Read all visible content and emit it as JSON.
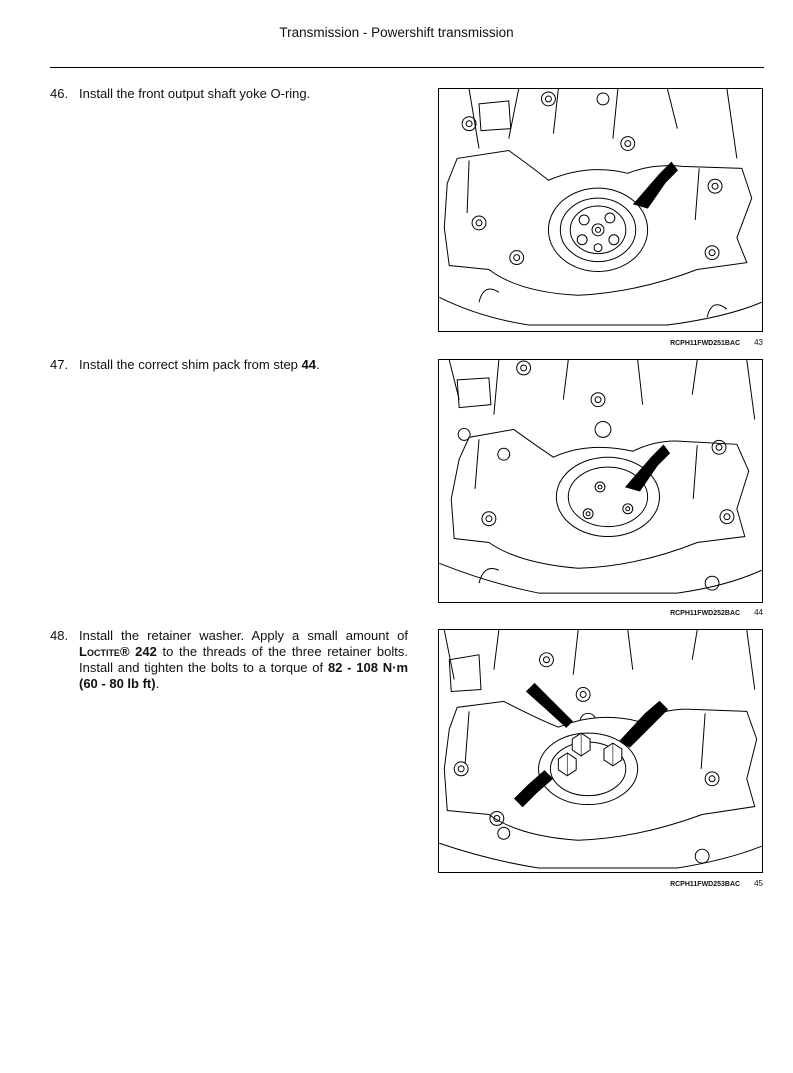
{
  "header": {
    "title": "Transmission - Powershift transmission"
  },
  "steps": [
    {
      "number": "46.",
      "text": "Install the front output shaft yoke O-ring."
    },
    {
      "number": "47.",
      "text_before": "Install the correct shim pack from step ",
      "ref": "44",
      "text_after": "."
    },
    {
      "number": "48.",
      "part1": "Install the retainer washer.  Apply a small amount of ",
      "product": "Loctite® 242",
      "part2": " to the threads of the three retainer bolts. Install and tighten the bolts to a torque of ",
      "torque_nm": "82 - 108 N·m",
      "part3": " ",
      "torque_lbft": "(60 - 80 lb ft)",
      "part4": "."
    }
  ],
  "figures": [
    {
      "code": "RCPH11FWD251BAC",
      "number": "43"
    },
    {
      "code": "RCPH11FWD252BAC",
      "number": "44"
    },
    {
      "code": "RCPH11FWD253BAC",
      "number": "45"
    }
  ]
}
